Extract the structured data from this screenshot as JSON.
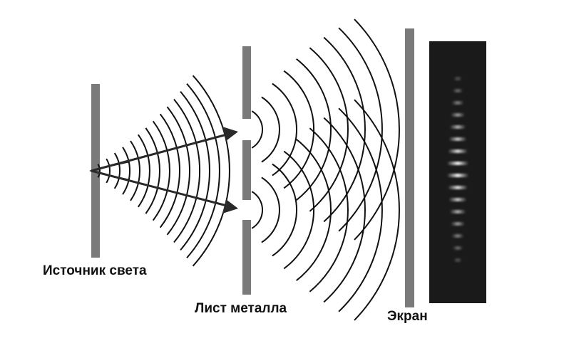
{
  "labels": {
    "source": "Источник света",
    "metal_sheet": "Лист металла",
    "screen": "Экран"
  },
  "colors": {
    "barrier": "#7a7a7a",
    "wave": "#111111",
    "arrow": "#2a2a2a",
    "pattern_background": "#1a1a1a",
    "fringe": "#ffffff"
  }
}
